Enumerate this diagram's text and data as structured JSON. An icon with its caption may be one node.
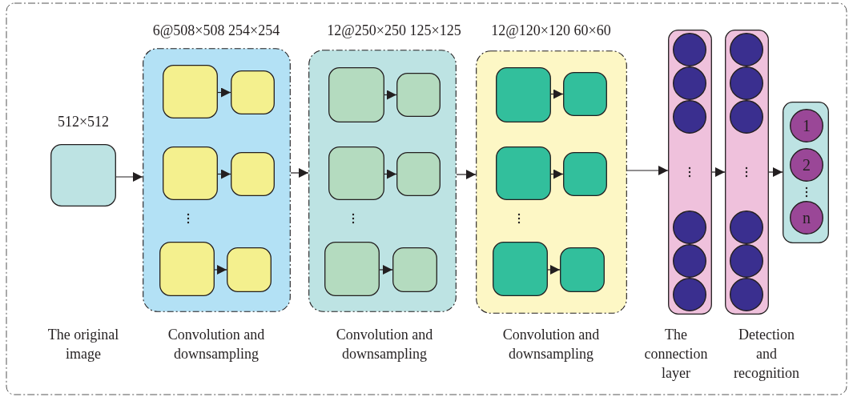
{
  "diagram": {
    "nodes": [
      {
        "text": [],
        "shape": "box"
      },
      {
        "text": [],
        "shape": "box"
      },
      {
        "text": [],
        "shape": "box",
        "in": 1
      },
      {
        "text": [],
        "shape": "box",
        "in": 1
      },
      {
        "text": [],
        "shape": "box",
        "in": 1
      },
      {
        "text": [],
        "shape": "box",
        "in": 1
      },
      {
        "text": [],
        "shape": "box",
        "in": 1
      },
      {
        "text": [],
        "shape": "box",
        "in": 1
      },
      {
        "text": [],
        "shape": "box"
      },
      {
        "text": [],
        "shape": "box",
        "in": 8
      },
      {
        "text": [],
        "shape": "box",
        "in": 8
      },
      {
        "text": [],
        "shape": "box",
        "in": 8
      },
      {
        "text": [],
        "shape": "box",
        "in": 8
      },
      {
        "text": [],
        "shape": "box",
        "in": 8
      },
      {
        "text": [],
        "shape": "box",
        "in": 8
      },
      {
        "text": [],
        "shape": "box"
      },
      {
        "text": [],
        "shape": "box",
        "in": 15
      },
      {
        "text": [],
        "shape": "box",
        "in": 15
      },
      {
        "text": [],
        "shape": "box",
        "in": 15
      },
      {
        "text": [],
        "shape": "box",
        "in": 15
      },
      {
        "text": [],
        "shape": "box",
        "in": 15
      },
      {
        "text": [],
        "shape": "box",
        "in": 15
      },
      {
        "text": [],
        "shape": "box"
      },
      {
        "text": [],
        "shape": "circle",
        "in": 22
      },
      {
        "text": [],
        "shape": "circle",
        "in": 22
      },
      {
        "text": [],
        "shape": "circle",
        "in": 22
      },
      {
        "text": [],
        "shape": "circle",
        "in": 22
      },
      {
        "text": [],
        "shape": "circle",
        "in": 22
      },
      {
        "text": [],
        "shape": "circle",
        "in": 22
      },
      {
        "text": [],
        "shape": "box"
      },
      {
        "text": [],
        "shape": "circle",
        "in": 29
      },
      {
        "text": [],
        "shape": "circle",
        "in": 29
      },
      {
        "text": [],
        "shape": "circle",
        "in": 29
      },
      {
        "text": [],
        "shape": "circle",
        "in": 29
      },
      {
        "text": [],
        "shape": "circle",
        "in": 29
      },
      {
        "text": [],
        "shape": "circle",
        "in": 29
      },
      {
        "text": [],
        "shape": "box"
      },
      {
        "text": [
          "1"
        ],
        "in": 36
      },
      {
        "text": [
          "2"
        ],
        "in": 36
      },
      {
        "text": [
          "n"
        ],
        "in": 36
      }
    ],
    "edges": [
      {
        "from": 0,
        "to": 1,
        "arrow": "to"
      },
      {
        "from": 2,
        "to": 3,
        "arrow": "to"
      },
      {
        "from": 4,
        "to": 5,
        "arrow": "to"
      },
      {
        "from": 6,
        "to": 7,
        "arrow": "to"
      },
      {
        "from": 1,
        "to": 8,
        "arrow": "to"
      },
      {
        "from": 9,
        "to": 10,
        "arrow": "to"
      },
      {
        "from": 11,
        "to": 12,
        "arrow": "to"
      },
      {
        "from": 13,
        "to": 14,
        "arrow": "to"
      },
      {
        "from": 8,
        "to": 15,
        "arrow": "to"
      },
      {
        "from": 16,
        "to": 17,
        "arrow": "to"
      },
      {
        "from": 18,
        "to": 19,
        "arrow": "to"
      },
      {
        "from": 20,
        "to": 21,
        "arrow": "to"
      },
      {
        "from": 15,
        "to": 22,
        "arrow": "to"
      },
      {
        "from": 22,
        "to": 29,
        "arrow": "to"
      },
      {
        "from": 29,
        "to": 36,
        "arrow": "to"
      }
    ],
    "labels": [
      "6@508×508 254×254",
      "12@250×250 125×125",
      "12@120×120 60×60",
      "512×512",
      "The original image",
      "Convolution and downsampling",
      "Convolution and downsampling",
      "Convolution and downsampling",
      "The connection layer",
      "Detection and recognition"
    ]
  }
}
